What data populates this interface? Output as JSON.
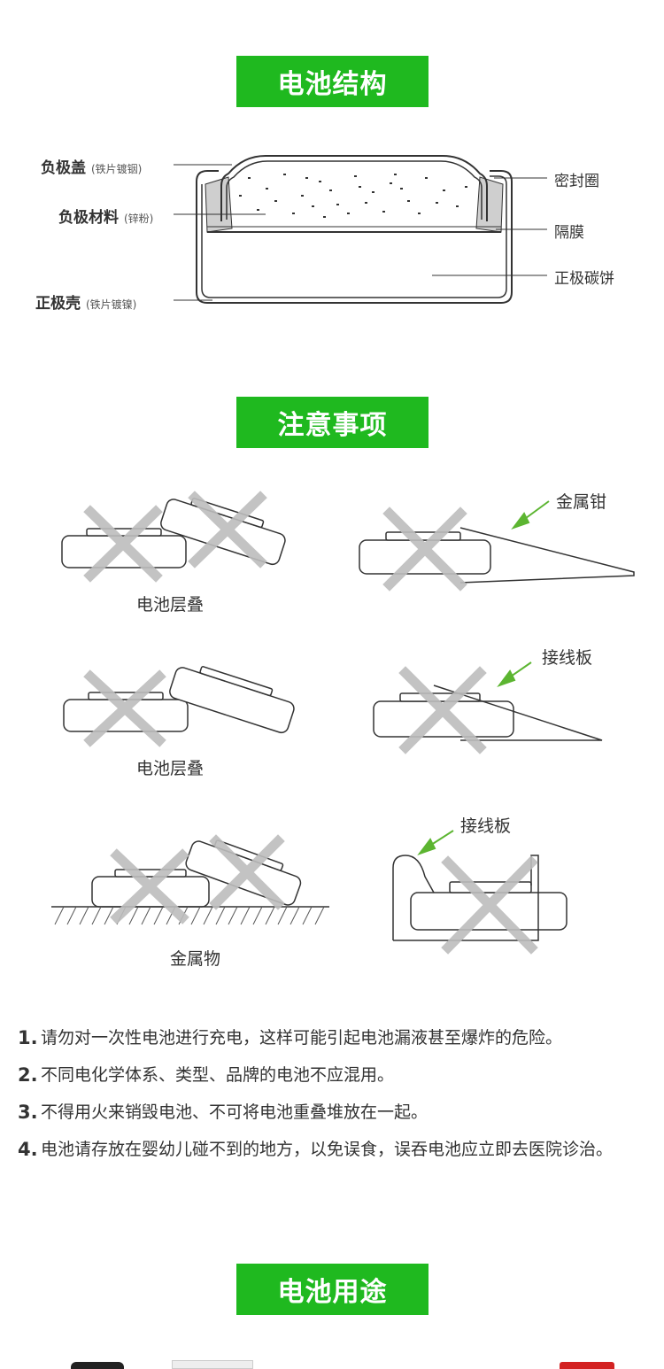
{
  "sections": {
    "structure_title": "电池结构",
    "notice_title": "注意事项",
    "usage_title": "电池用途"
  },
  "structure": {
    "neg_cap": {
      "label": "负极盖",
      "note": "(铁片镀铟)"
    },
    "neg_material": {
      "label": "负极材料",
      "note": "(锌粉)"
    },
    "pos_shell": {
      "label": "正极壳",
      "note": "(铁片镀镍)"
    },
    "seal_ring": "密封圈",
    "separator": "隔膜",
    "cathode": "正极碳饼"
  },
  "warnings": {
    "stack_1": "电池层叠",
    "stack_2": "电池层叠",
    "metal": "金属物",
    "tweezers": "金属钳",
    "board_1": "接线板",
    "board_2": "接线板"
  },
  "notes": [
    {
      "num": "1.",
      "text": "请勿对一次性电池进行充电，这样可能引起电池漏液甚至爆炸的危险。"
    },
    {
      "num": "2.",
      "text": "不同电化学体系、类型、品牌的电池不应混用。"
    },
    {
      "num": "3.",
      "text": "不得用火来销毁电池、不可将电池重叠堆放在一起。"
    },
    {
      "num": "4.",
      "text": "电池请存放在婴幼儿碰不到的地方，以免误食，误吞电池应立即去医院诊治。"
    }
  ],
  "colors": {
    "accent": "#1fb91f",
    "cross": "#bdbdbd",
    "arrow": "#5cb531"
  }
}
